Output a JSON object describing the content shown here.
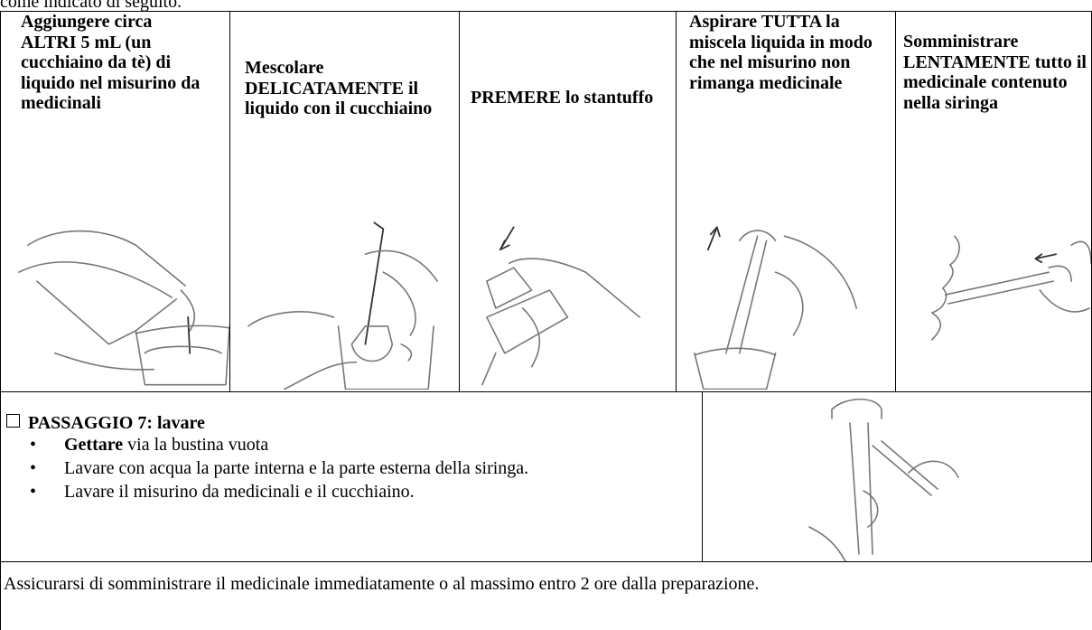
{
  "top_fragment": "come indicato di seguito.",
  "steps": [
    {
      "text": "Aggiungere circa ALTRI 5 mL (un cucchiaino da tè) di liquido nel misurino da medicinali"
    },
    {
      "text": "Mescolare DELICATAMENTE il liquido con il cucchiaino"
    },
    {
      "text": "PREMERE lo stantuffo"
    },
    {
      "text": "Aspirare TUTTA la miscela liquida in modo che nel misurino non rimanga medicinale"
    },
    {
      "text": "Somministrare LENTAMENTE tutto il medicinale contenuto nella siringa"
    }
  ],
  "wash": {
    "checkbox_symbol": "❑",
    "title": "PASSAGGIO 7: lavare",
    "items": [
      {
        "bold": "Gettare",
        "text": " via la bustina vuota"
      },
      {
        "bold": "",
        "text": "Lavare con acqua la parte interna e la parte esterna della siringa."
      },
      {
        "bold": "",
        "text": "Lavare il misurino da medicinali e il cucchiaino."
      }
    ]
  },
  "note": "Assicurarsi di somministrare il medicinale immediatamente o al massimo entro 2 ore dalla preparazione."
}
